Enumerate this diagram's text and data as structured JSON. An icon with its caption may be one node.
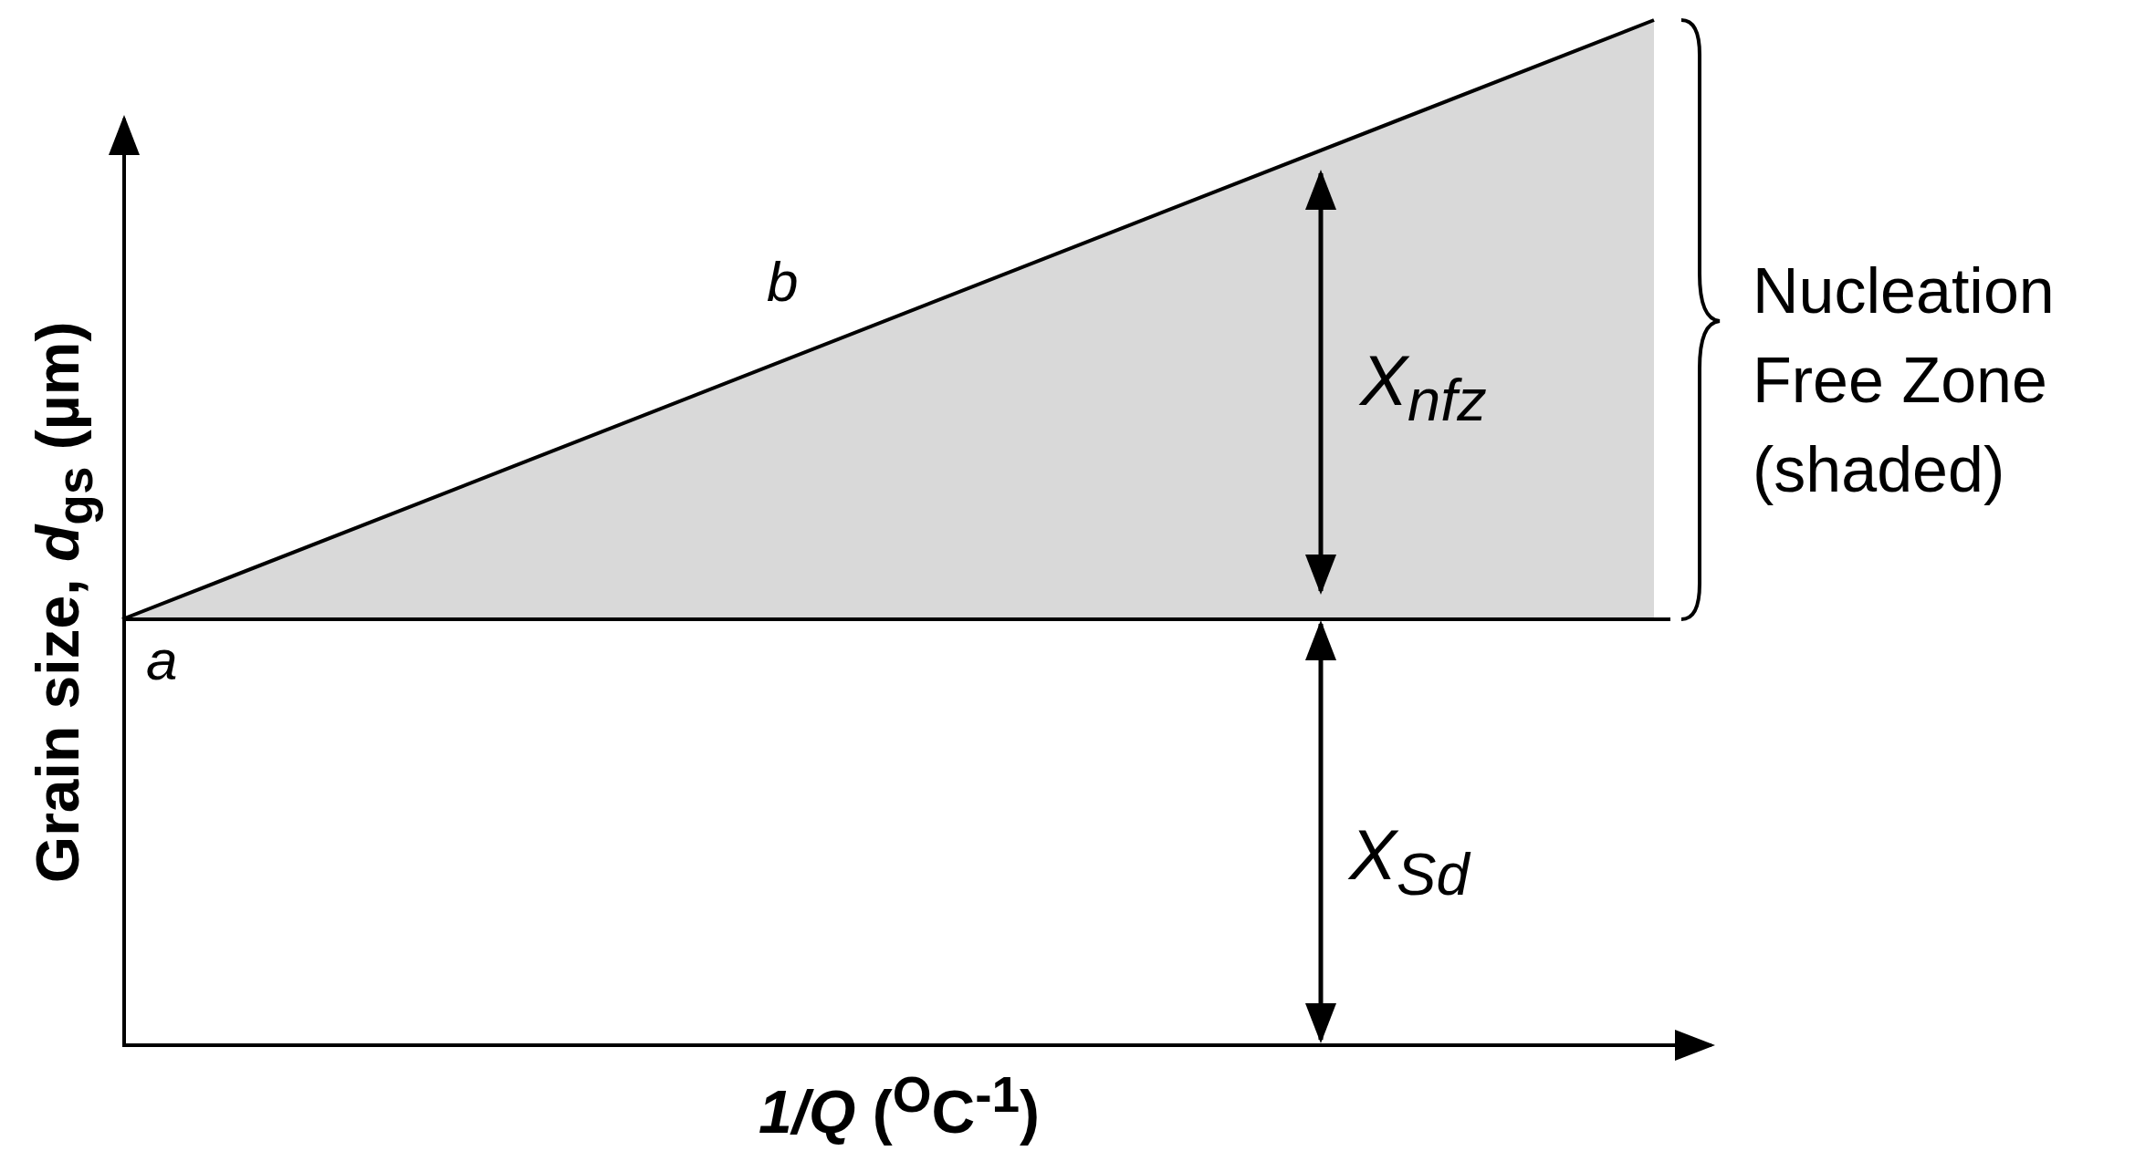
{
  "diagram": {
    "labels": [
      "b",
      "X$_{nfz}$",
      "a",
      "X$_{Sd}$",
      "Nucleation Free Zone (shaded)",
      "Grain size, *d*$_{gs}$ (µm)",
      "*1/Q* ($^{O}$C$^{-1}$)"
    ]
  }
}
